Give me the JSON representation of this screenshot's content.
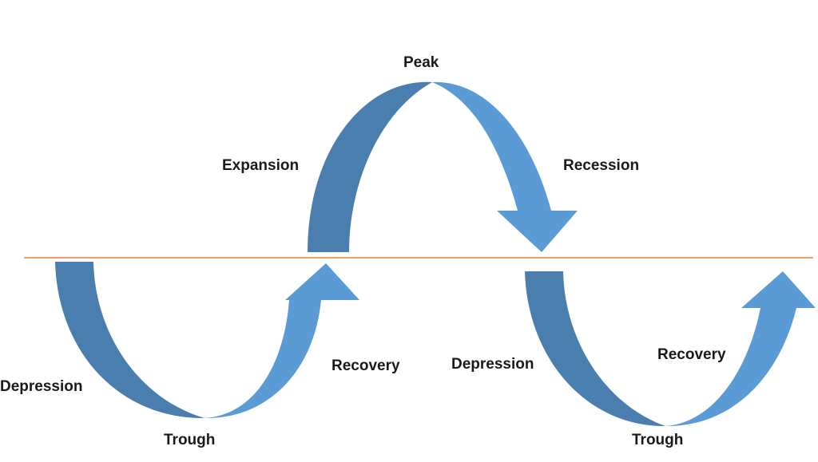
{
  "labels": {
    "peak": "Peak",
    "expansion": "Expansion",
    "recession": "Recession",
    "depression_left": "Depression",
    "trough_left": "Trough",
    "recovery_left": "Recovery",
    "depression_right": "Depression",
    "trough_right": "Trough",
    "recovery_right": "Recovery"
  },
  "colors": {
    "dark_blue": "#4a7eae",
    "light_blue": "#5b9bd5",
    "baseline": "#ed7d31",
    "label_text": "#1a1a1a"
  }
}
